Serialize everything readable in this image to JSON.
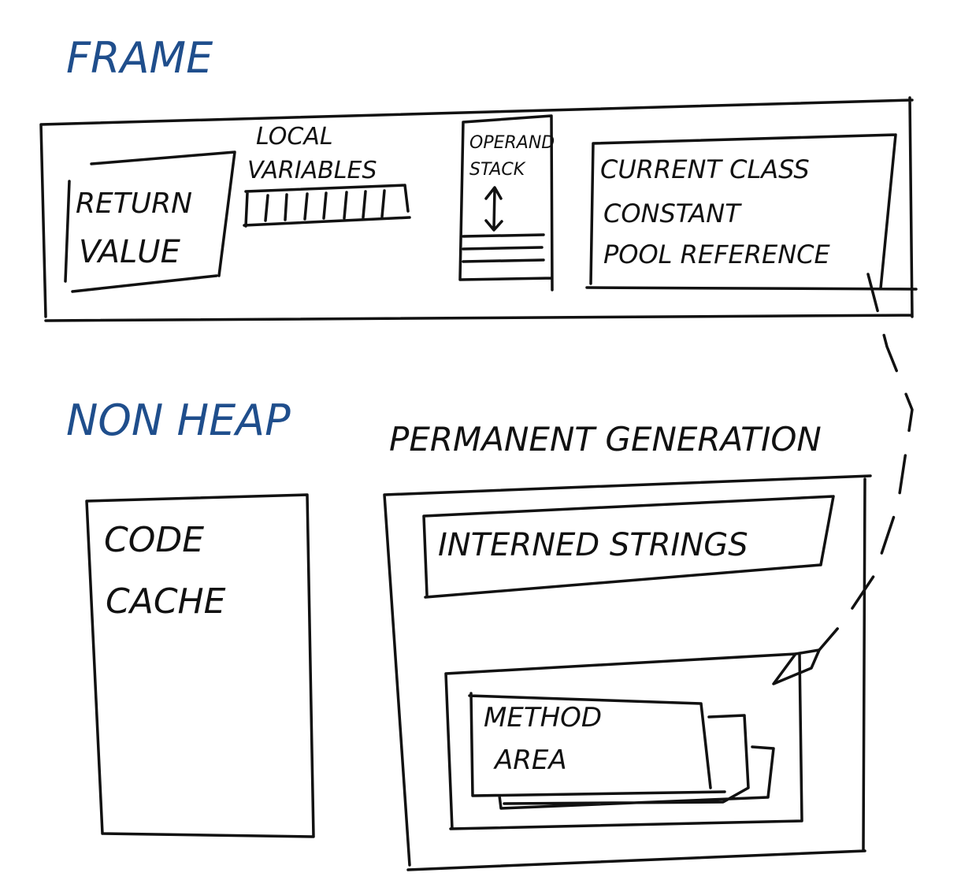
{
  "colors": {
    "blue_ink": "#1f4e8c",
    "black_ink": "#111111",
    "paper": "#ffffff"
  },
  "frame": {
    "title": "FRAME",
    "return_value": [
      "RETURN",
      "VALUE"
    ],
    "local_variables": [
      "LOCAL",
      "VARIABLES"
    ],
    "local_variable_slots": 8,
    "operand_stack": [
      "OPERAND",
      "STACK"
    ],
    "constant_pool": [
      "CURRENT CLASS",
      "CONSTANT",
      "POOL REFERENCE"
    ]
  },
  "non_heap": {
    "title": "NON HEAP",
    "code_cache": [
      "CODE",
      "CACHE"
    ],
    "permanent_generation": {
      "title": "PERMANENT GENERATION",
      "interned_strings": "INTERNED STRINGS",
      "method_area": [
        "METHOD",
        "AREA"
      ]
    }
  }
}
